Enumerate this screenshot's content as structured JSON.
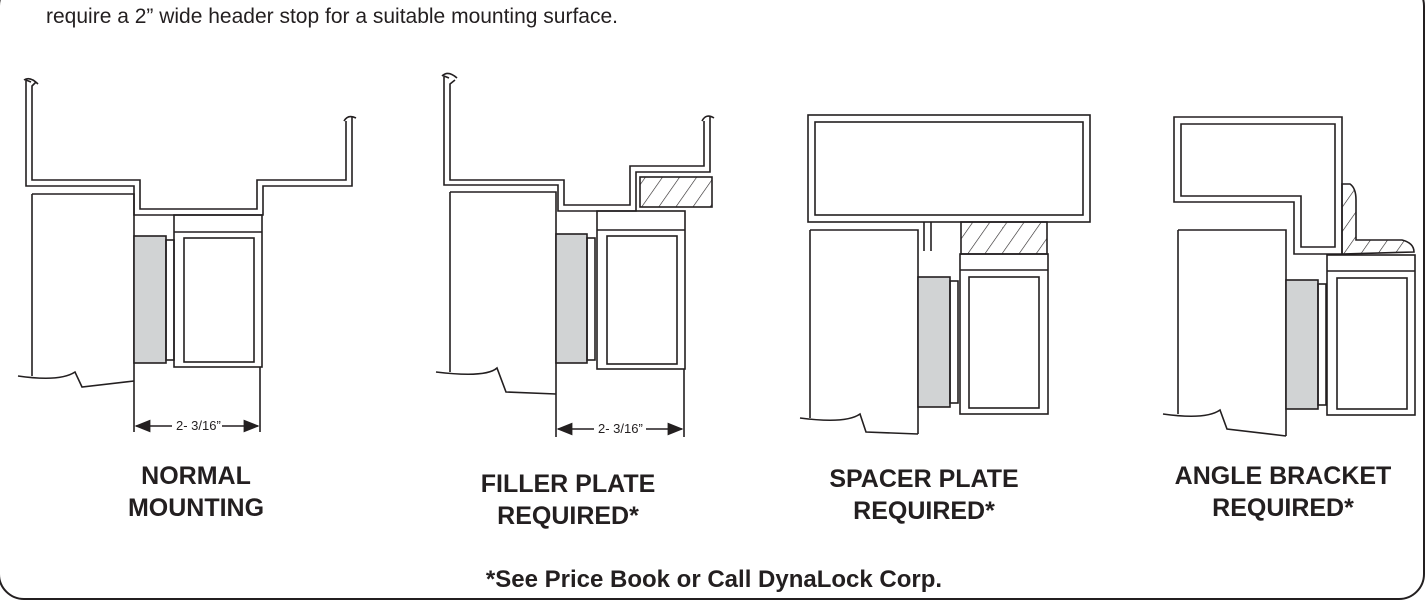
{
  "intro_line": "require a 2” wide header stop for a suitable mounting surface.",
  "dimension_label": "2- 3/16”",
  "options": [
    {
      "line1": "NORMAL",
      "line2": "MOUNTING"
    },
    {
      "line1": "FILLER PLATE",
      "line2": "REQUIRED*"
    },
    {
      "line1": "SPACER PLATE",
      "line2": "REQUIRED*"
    },
    {
      "line1": "ANGLE BRACKET",
      "line2": "REQUIRED*"
    }
  ],
  "footer_note": "*See Price Book or Call DynaLock Corp.",
  "colors": {
    "line": "#231f20",
    "magnet_fill": "#d1d3d4",
    "background": "#ffffff"
  }
}
